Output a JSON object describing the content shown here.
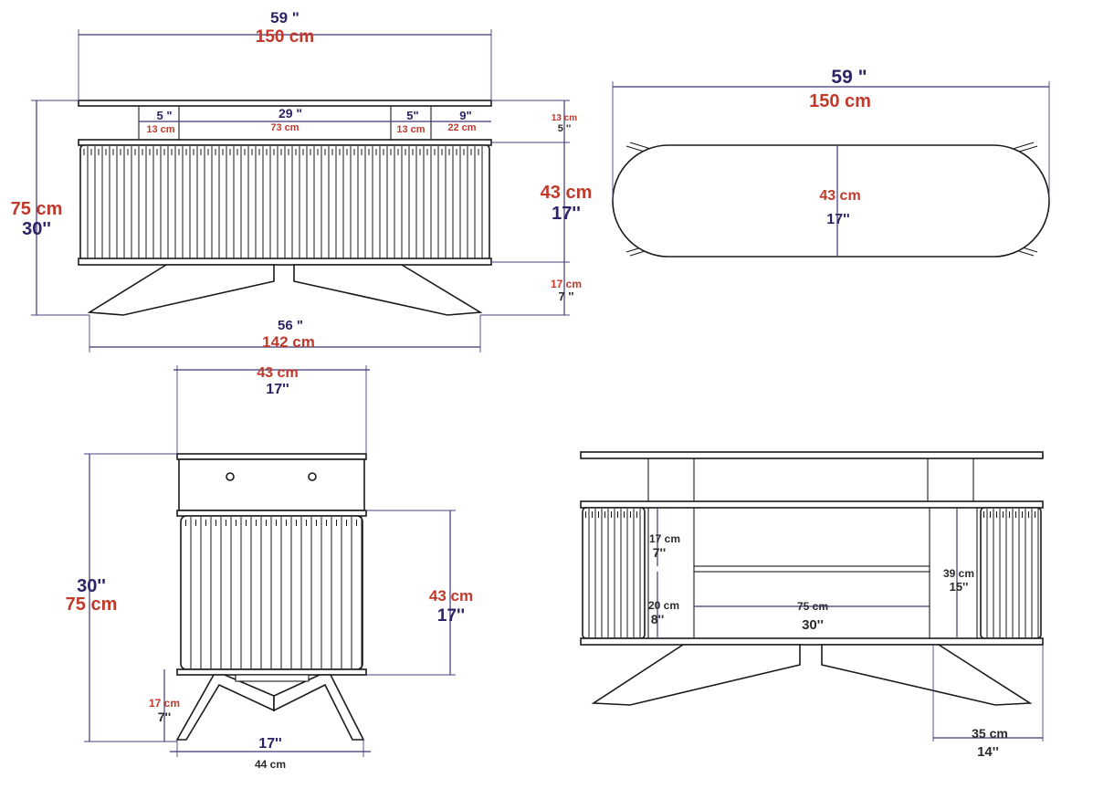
{
  "colors": {
    "inch": "#2b2466",
    "cm": "#c0392b",
    "dim_line": "#3f3577",
    "outline": "#1a1a1a"
  },
  "front_view": {
    "overall_width_in": "59 \"",
    "overall_width_cm": "150 cm",
    "height_cm": "75 cm",
    "height_in": "30''",
    "shelf_height_cm": "13 cm",
    "shelf_height_in": "5 ''",
    "body_height_cm": "43 cm",
    "body_height_in": "17''",
    "leg_height_cm": "17 cm",
    "leg_height_in": "7 ''",
    "base_width_in": "56 \"",
    "base_width_cm": "142 cm",
    "comp_left_in": "5 \"",
    "comp_left_cm": "13 cm",
    "comp_mid_in": "29 \"",
    "comp_mid_cm": "73 cm",
    "comp_right_in": "5\"",
    "comp_right_cm": "13 cm",
    "comp_end_in": "9\"",
    "comp_end_cm": "22 cm"
  },
  "top_view": {
    "width_in": "59 \"",
    "width_cm": "150 cm",
    "depth_cm": "43 cm",
    "depth_in": "17''"
  },
  "side_view": {
    "depth_cm": "43 cm",
    "depth_in": "17''",
    "height_in": "30''",
    "height_cm": "75 cm",
    "body_cm": "43 cm",
    "body_in": "17''",
    "leg_cm": "17 cm",
    "leg_in": "7''",
    "foot_in": "17''",
    "foot_cm": "44 cm"
  },
  "open_view": {
    "upper_shelf_cm": "17 cm",
    "upper_shelf_in": "7''",
    "lower_shelf_cm": "20 cm",
    "lower_shelf_in": "8''",
    "inner_width_cm": "75 cm",
    "inner_width_in": "30''",
    "inner_height_cm": "39 cm",
    "inner_height_in": "15''",
    "leg_spread_cm": "35 cm",
    "leg_spread_in": "14''"
  }
}
